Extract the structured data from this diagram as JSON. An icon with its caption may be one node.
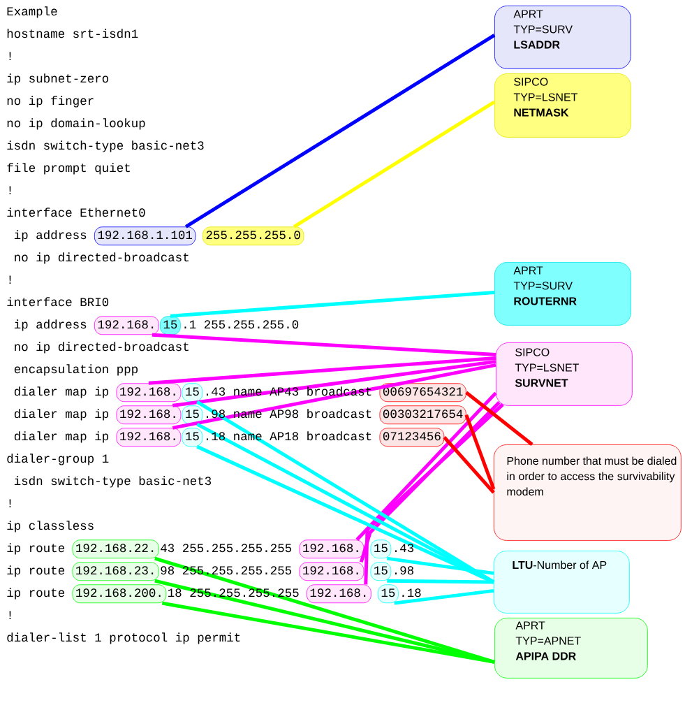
{
  "diagram": {
    "nodes": [
      {
        "text": [
          "192.168.1.101"
        ]
      },
      {
        "text": [
          "255.255.255.0"
        ]
      },
      {
        "text": [
          "192.168."
        ]
      },
      {
        "text": [
          "15"
        ]
      },
      {
        "text": [
          "192.168."
        ]
      },
      {
        "text": [
          "15"
        ]
      },
      {
        "text": [
          "00697654321"
        ]
      },
      {
        "text": [
          "192.168."
        ]
      },
      {
        "text": [
          "15"
        ]
      },
      {
        "text": [
          "00303217654"
        ]
      },
      {
        "text": [
          "192.168."
        ]
      },
      {
        "text": [
          "15"
        ]
      },
      {
        "text": [
          "07123456"
        ]
      },
      {
        "text": [
          "192.168.22."
        ]
      },
      {
        "text": [
          "192.168."
        ]
      },
      {
        "text": [
          "15"
        ]
      },
      {
        "text": [
          "192.168.23."
        ]
      },
      {
        "text": [
          "192.168."
        ]
      },
      {
        "text": [
          "15"
        ]
      },
      {
        "text": [
          "192.168.200."
        ]
      },
      {
        "text": [
          "192.168."
        ]
      },
      {
        "text": [
          "15"
        ]
      },
      {
        "text": [
          "APRT",
          "TYP=SURV",
          "LSADDR"
        ]
      },
      {
        "text": [
          "SIPCO",
          "TYP=LSNET",
          "NETMASK"
        ]
      },
      {
        "text": [
          "APRT",
          "TYP=SURV",
          "ROUTERNR"
        ]
      },
      {
        "text": [
          "SIPCO",
          "TYP=LSNET",
          "SURVNET"
        ]
      },
      {
        "text": [
          "Phone number that must be dialed in order to access the survivability modem"
        ]
      },
      {
        "text": [
          "**LTU**-Number of AP"
        ]
      },
      {
        "text": [
          "APRT",
          "TYP=APNET",
          "APIPA DDR"
        ]
      }
    ],
    "edges": [
      {
        "from": 22,
        "to": 0,
        "arrow": "none",
        "color": "#0000ff"
      },
      {
        "from": 23,
        "to": 1,
        "arrow": "none",
        "color": "#ffff00"
      },
      {
        "from": 24,
        "to": 3,
        "arrow": "none",
        "color": "#00ffff"
      },
      {
        "from": 25,
        "to": 2,
        "arrow": "none",
        "color": "#ff00ff"
      },
      {
        "from": 25,
        "to": 4,
        "arrow": "none",
        "color": "#ff00ff"
      },
      {
        "from": 25,
        "to": 7,
        "arrow": "none",
        "color": "#ff00ff"
      },
      {
        "from": 25,
        "to": 10,
        "arrow": "none",
        "color": "#ff00ff"
      },
      {
        "from": 25,
        "to": 14,
        "arrow": "none",
        "color": "#ff00ff"
      },
      {
        "from": 25,
        "to": 17,
        "arrow": "none",
        "color": "#ff00ff"
      },
      {
        "from": 25,
        "to": 20,
        "arrow": "none",
        "color": "#ff00ff"
      },
      {
        "from": 26,
        "to": 6,
        "arrow": "none",
        "color": "#ff0000"
      },
      {
        "from": 26,
        "to": 9,
        "arrow": "none",
        "color": "#ff0000"
      },
      {
        "from": 26,
        "to": 12,
        "arrow": "none",
        "color": "#ff0000"
      },
      {
        "from": 27,
        "to": 5,
        "arrow": "none",
        "color": "#00ffff"
      },
      {
        "from": 27,
        "to": 8,
        "arrow": "none",
        "color": "#00ffff"
      },
      {
        "from": 27,
        "to": 11,
        "arrow": "none",
        "color": "#00ffff"
      },
      {
        "from": 27,
        "to": 15,
        "arrow": "none",
        "color": "#00ffff"
      },
      {
        "from": 27,
        "to": 18,
        "arrow": "none",
        "color": "#00ffff"
      },
      {
        "from": 27,
        "to": 21,
        "arrow": "none",
        "color": "#00ffff"
      },
      {
        "from": 28,
        "to": 13,
        "arrow": "none",
        "color": "#00ff00"
      },
      {
        "from": 28,
        "to": 16,
        "arrow": "none",
        "color": "#00ff00"
      },
      {
        "from": 28,
        "to": 19,
        "arrow": "none",
        "color": "#00ff00"
      }
    ],
    "labels": [
      "Example",
      "hostname srt-isdn1",
      "!",
      "ip subnet-zero",
      "no ip finger",
      "no ip domain-lookup",
      "isdn switch-type basic-net3",
      "file prompt quiet",
      "!",
      "interface Ethernet0",
      "ip address",
      "no ip directed-broadcast",
      "!",
      "interface BRI0",
      "ip address",
      ".1 255.255.255.0",
      "no ip directed-broadcast",
      "encapsulation ppp",
      "dialer map ip",
      ".43 name AP43 broadcast",
      "dialer map ip",
      ".98 name AP98 broadcast",
      "dialer map ip",
      ".18 name AP18 broadcast",
      "dialer-group 1",
      "isdn switch-type basic-net3",
      "!",
      "ip classless",
      "ip route",
      "43 255.255.255.255",
      ".43",
      "ip route",
      "98 255.255.255.255",
      ".98",
      "ip route",
      "18 255.255.255.255",
      ".18",
      "!",
      "dialer-list 1 protocol ip permit"
    ]
  }
}
